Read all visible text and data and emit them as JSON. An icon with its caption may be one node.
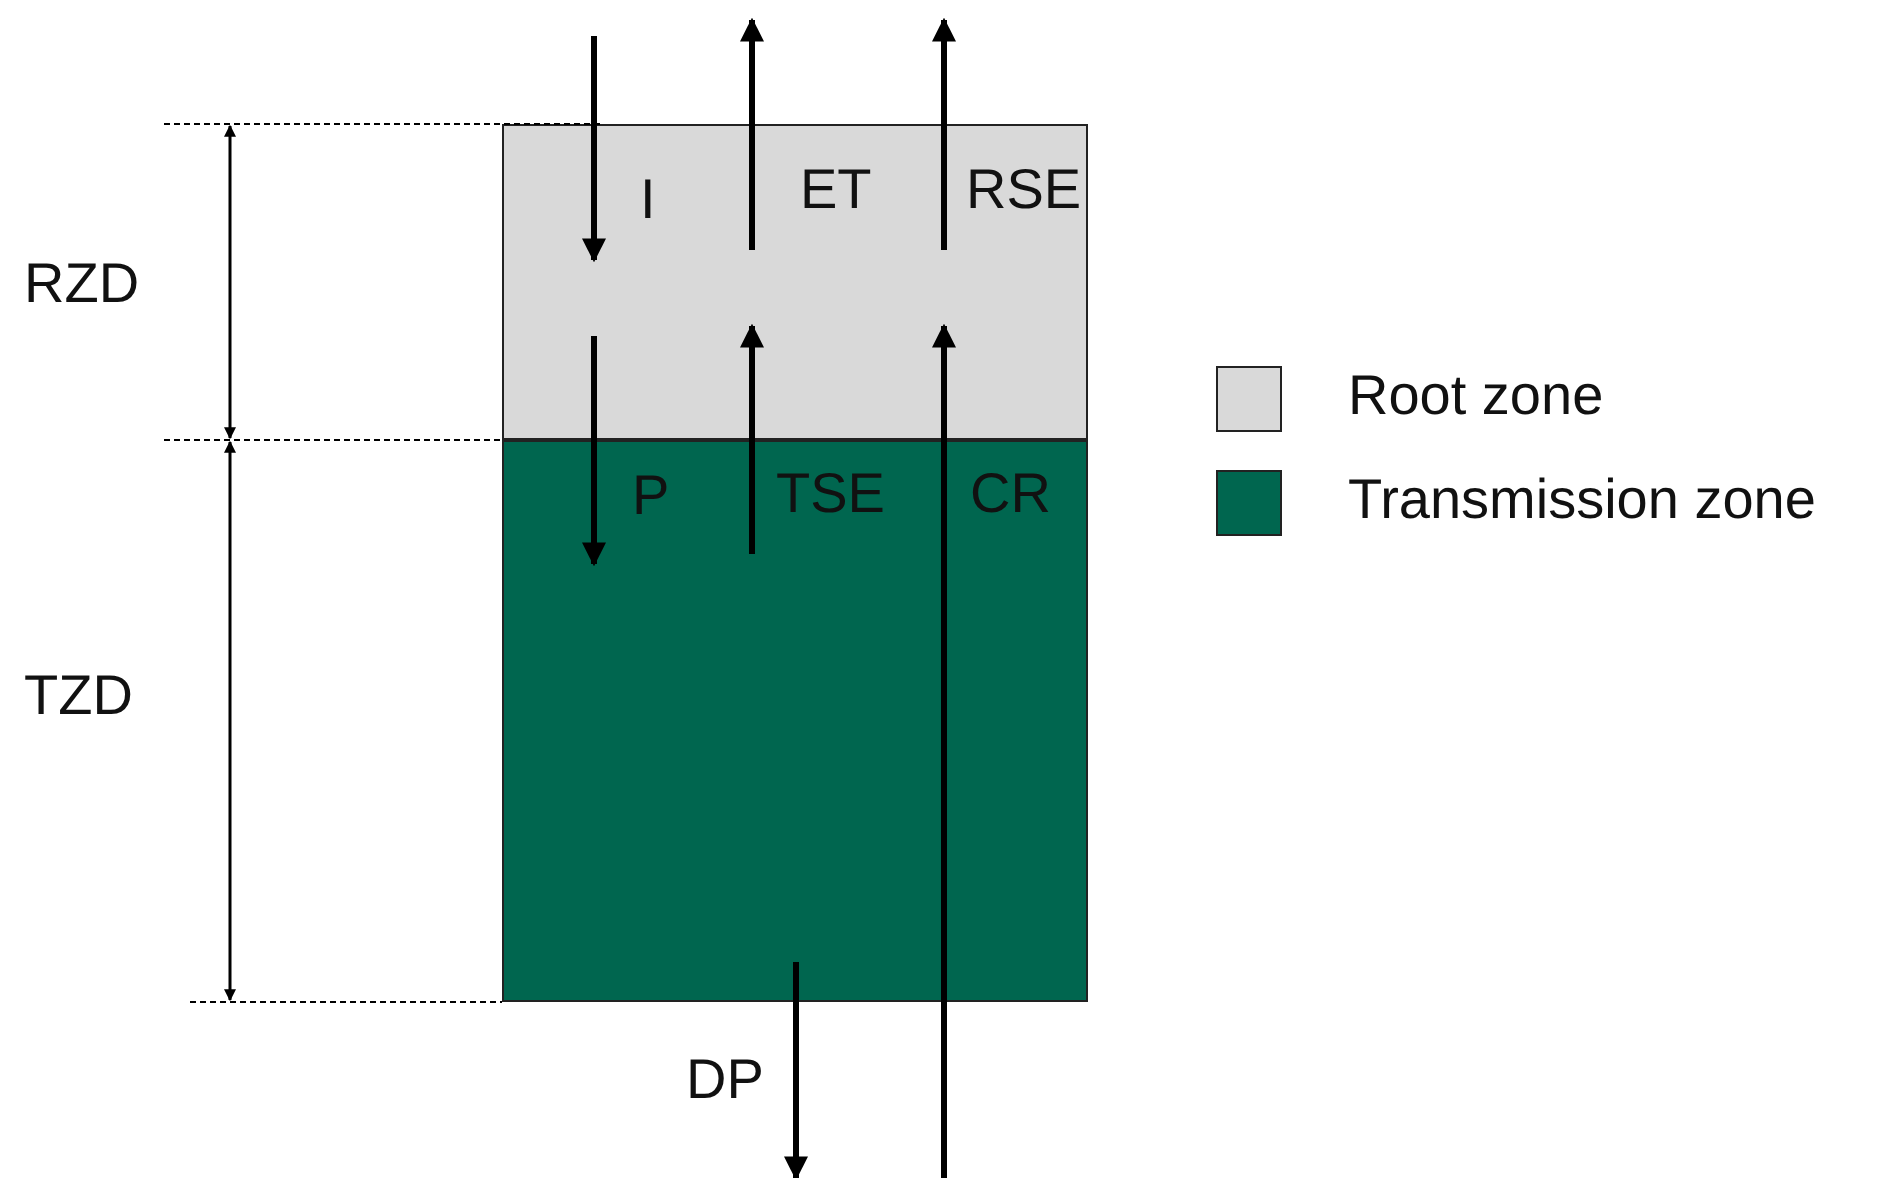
{
  "diagram": {
    "nodes": [
      {
        "text": [],
        "shape": "box"
      },
      {
        "text": [],
        "shape": "box"
      }
    ],
    "edges": [
      {
        "from": null,
        "to": 0,
        "arrow": "to",
        "label": "I"
      },
      {
        "from": 0,
        "to": null,
        "arrow": "to",
        "label": "ET"
      },
      {
        "from": 0,
        "to": null,
        "arrow": "to",
        "label": "RSE"
      },
      {
        "from": 0,
        "to": 1,
        "arrow": "to",
        "label": "P"
      },
      {
        "from": 1,
        "to": 0,
        "arrow": "to",
        "label": "TSE"
      },
      {
        "from": null,
        "to": 0,
        "arrow": "to",
        "label": "CR"
      },
      {
        "from": 1,
        "to": null,
        "arrow": "to",
        "label": "DP"
      }
    ],
    "labels": [
      "RZD",
      "TZD"
    ],
    "legend": [
      {
        "text": "Root zone",
        "color": "#d9d9d9"
      },
      {
        "text": "Transmission zone",
        "color": "#00664f"
      }
    ]
  }
}
